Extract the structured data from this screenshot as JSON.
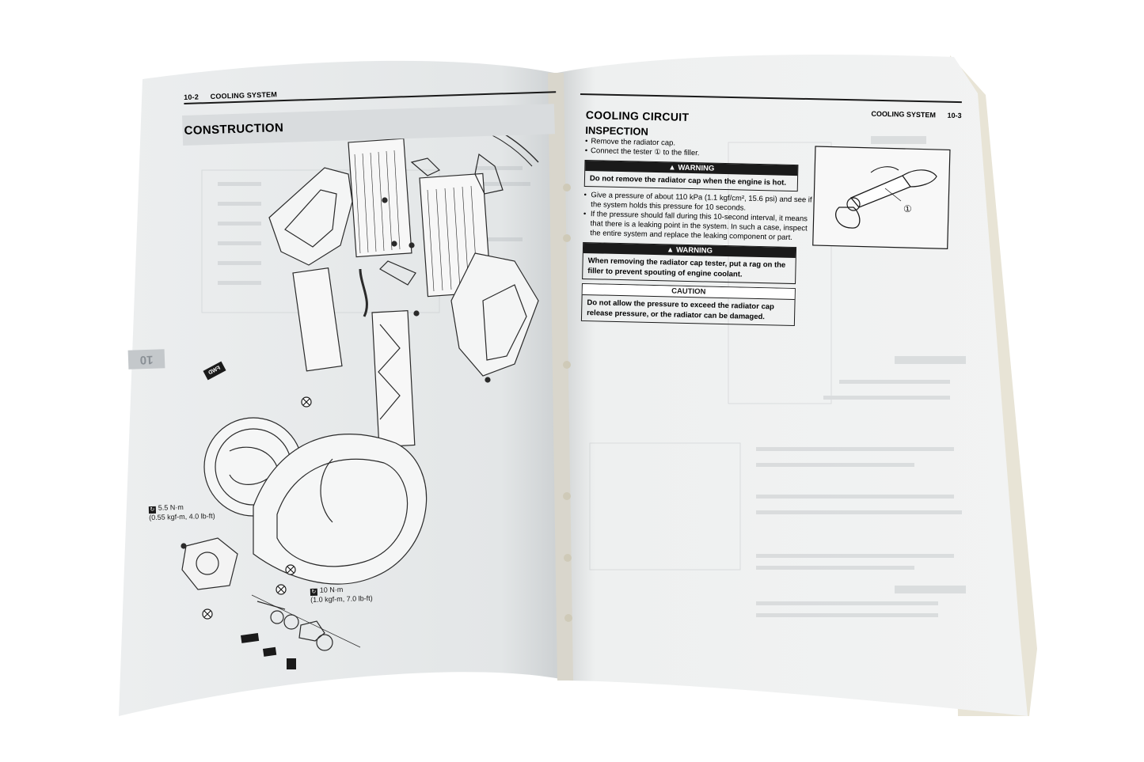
{
  "left_page": {
    "page_number": "10-2",
    "running_title": "COOLING SYSTEM",
    "section_title": "CONSTRUCTION",
    "side_tab": "10",
    "fwd_label": "FWD",
    "torque_1": {
      "value": "5.5 N·m",
      "detail": "(0.55 kgf-m, 4.0 lb-ft)"
    },
    "torque_2": {
      "value": "10 N·m",
      "detail": "(1.0 kgf-m, 7.0 lb-ft)"
    }
  },
  "right_page": {
    "page_number": "10-3",
    "running_title": "COOLING SYSTEM",
    "section_title": "COOLING CIRCUIT",
    "subsection_title": "INSPECTION",
    "steps": [
      "Remove the radiator cap.",
      "Connect the tester ① to the filler."
    ],
    "warning_1": {
      "header": "▲ WARNING",
      "body": "Do not remove the radiator cap when the engine is hot."
    },
    "steps_2": [
      "Give a pressure of about 110 kPa (1.1 kgf/cm², 15.6 psi) and see if the system holds this pressure for 10 seconds.",
      "If the pressure should fall during this 10-second interval, it means that there is a leaking point in the system. In such a case, inspect the entire system and replace the leaking component or part."
    ],
    "warning_2": {
      "header": "▲ WARNING",
      "body": "When removing the radiator cap tester, put a rag on the filler to prevent spouting of engine coolant."
    },
    "caution": {
      "header": "CAUTION",
      "body": "Do not allow the pressure to exceed the radiator cap release pressure, or the radiator can be damaged."
    },
    "figure_callout": "①"
  },
  "colors": {
    "page_left": "#eef0f1",
    "page_right": "#f3f4f4",
    "ink": "#141414",
    "section_band": "#d9dcde"
  }
}
